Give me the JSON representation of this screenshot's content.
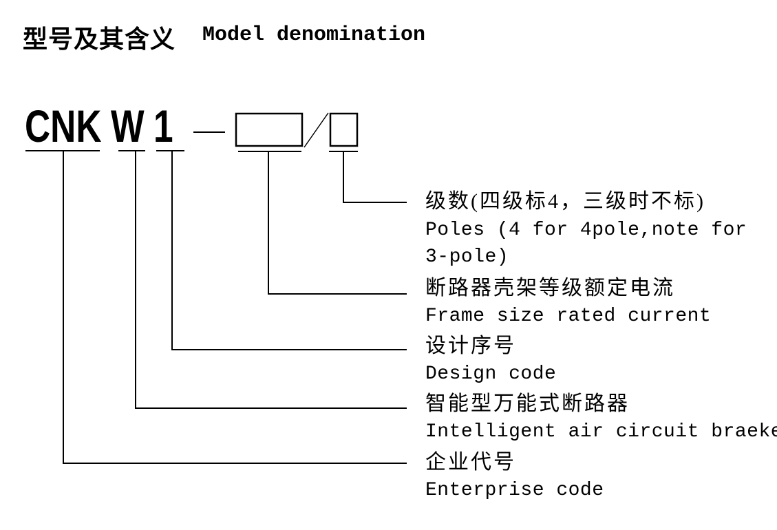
{
  "header": {
    "title_cn": "型号及其含义",
    "title_en": "Model denomination"
  },
  "model_code": {
    "enterprise": "CNK",
    "series": "W",
    "design": "1",
    "frame_box": "",
    "poles_box": ""
  },
  "annotations": [
    {
      "cn": "级数(四级标4，三级时不标)",
      "en1": "Poles (4 for 4pole,note for",
      "en2": "3-pole)"
    },
    {
      "cn": "断路器壳架等级额定电流",
      "en1": "Frame size rated current"
    },
    {
      "cn": "设计序号",
      "en1": "Design code"
    },
    {
      "cn": "智能型万能式断路器",
      "en1": "Intelligent air circuit braeker"
    },
    {
      "cn": "企业代号",
      "en1": "Enterprise code"
    }
  ],
  "colors": {
    "background": "#ffffff",
    "line": "#000000",
    "text": "#000000"
  }
}
